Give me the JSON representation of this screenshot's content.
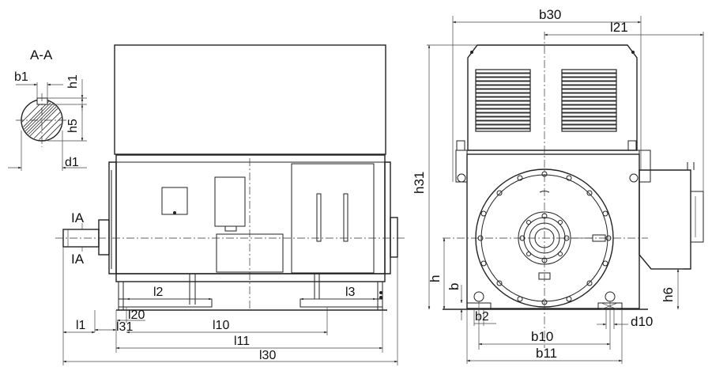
{
  "labels": {
    "section_title": "A-A",
    "b1": "b1",
    "h1": "h1",
    "h5": "h5",
    "d1": "d1",
    "ia_top": "IA",
    "ia_bottom": "IA",
    "l1": "l1",
    "l2": "l2",
    "l3": "l3",
    "l10": "l10",
    "l11": "l11",
    "l20": "l20",
    "l30": "l30",
    "l31": "l31",
    "b30": "b30",
    "l21": "l21",
    "h31": "h31",
    "h": "h",
    "b": "b",
    "b2": "b2",
    "b10": "b10",
    "b11": "b11",
    "d10": "d10",
    "h6": "h6"
  }
}
